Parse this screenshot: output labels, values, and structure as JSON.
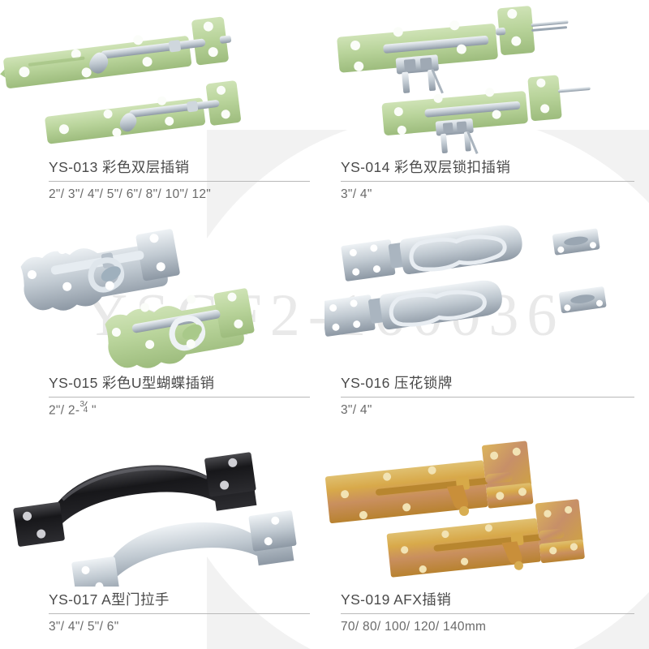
{
  "watermark": "YSGF2-160036",
  "colors": {
    "page_background": "#ffffff",
    "panel_grey": "#f2f2f2",
    "title_text": "#4a4a4a",
    "size_text": "#6a6a6a",
    "rule": "#b9b9b9",
    "watermark": "#e9e9e9",
    "product_green": "#b9d49b",
    "product_green_dark": "#96b877",
    "product_steel": "#c3ccd4",
    "product_steel_dark": "#8f9aa6",
    "product_black": "#1d1d1f",
    "product_brass": "#d9b24a",
    "product_brass_dark": "#a8832c"
  },
  "products": [
    {
      "code": "YS-013",
      "name": "彩色双层插销",
      "title": "YS-013 彩色双层插销",
      "sizes": "2\"/ 3\"/ 4\"/ 5\"/ 6\"/ 8\"/ 10\"/ 12\"",
      "art": "green-barrel-bolt-pair"
    },
    {
      "code": "YS-014",
      "name": "彩色双层锁扣插销",
      "title": "YS-014 彩色双层锁扣插销",
      "sizes": "3\"/ 4\"",
      "art": "green-locking-bolt-pair"
    },
    {
      "code": "YS-015",
      "name": "彩色U型蝴蝶插销",
      "title": "YS-015 彩色U型蝴蝶插销",
      "sizes_prefix": "2\"/ 2-",
      "sizes_frac_num": "3",
      "sizes_frac_den": "4",
      "sizes_suffix": "\"",
      "sizes": "2\"/ 2-3/4\"",
      "art": "butterfly-bolt-pair"
    },
    {
      "code": "YS-016",
      "name": "压花锁牌",
      "title": "YS-016 压花锁牌",
      "sizes": "3\"/ 4\"",
      "art": "embossed-hasp-set"
    },
    {
      "code": "YS-017",
      "name": "A型门拉手",
      "title": "YS-017 A型门拉手",
      "sizes": "3\"/ 4\"/ 5\"/ 6\"",
      "art": "door-pull-handle-pair"
    },
    {
      "code": "YS-019",
      "name": "AFX插销",
      "title": "YS-019 AFX插销",
      "sizes": "70/ 80/ 100/ 120/ 140mm",
      "art": "brass-barrel-bolt-pair"
    }
  ]
}
